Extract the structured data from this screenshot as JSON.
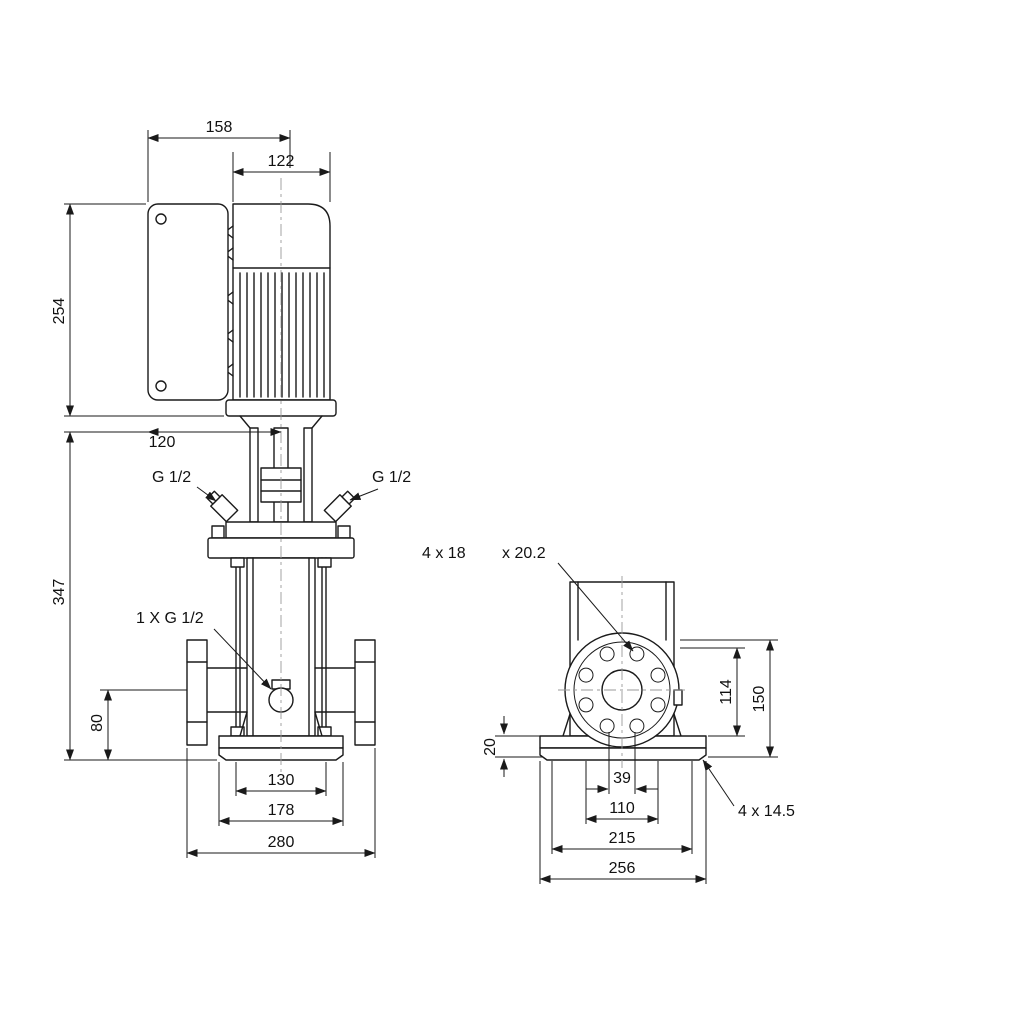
{
  "side_view": {
    "dim_158": "158",
    "dim_122": "122",
    "dim_254": "254",
    "dim_120": "120",
    "dim_347": "347",
    "port_left": "G 1/2",
    "port_right": "G 1/2",
    "drain_port": "1 X G 1/2",
    "dim_80": "80",
    "dim_130": "130",
    "dim_178": "178",
    "dim_280": "280"
  },
  "end_view": {
    "label_holes_a": "4 x 18",
    "label_holes_b": "x 20.2",
    "dim_20": "20",
    "dim_114": "114",
    "dim_150": "150",
    "dim_39": "39",
    "dim_110": "110",
    "dim_215": "215",
    "dim_256": "256",
    "label_base_holes": "4 x 14.5"
  },
  "colors": {
    "line": "#1a1a1a",
    "centerline": "#9a9a9a",
    "background": "#ffffff"
  }
}
